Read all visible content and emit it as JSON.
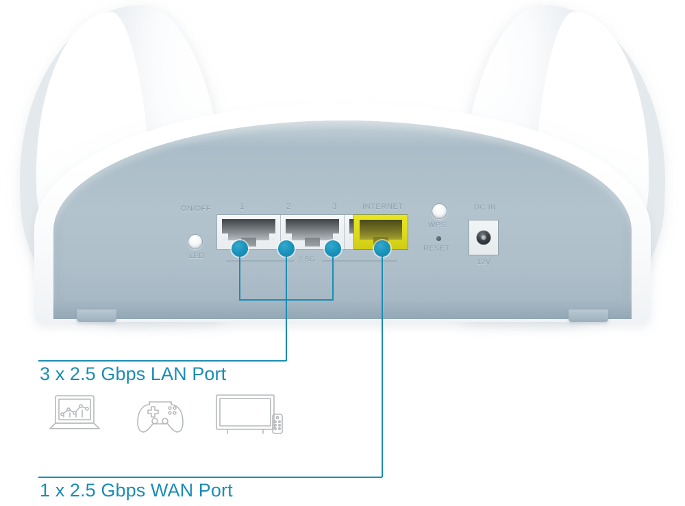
{
  "product": {
    "type": "wireless-router",
    "view": "rear-panel"
  },
  "rear_panel": {
    "led_switch": {
      "label_top": "ON/OFF",
      "label_bottom": "LED",
      "icon": "round-button-icon"
    },
    "ethernet_ports": [
      {
        "number": "1",
        "kind": "lan",
        "color": "#e9edef"
      },
      {
        "number": "2",
        "kind": "lan",
        "color": "#e9edef"
      },
      {
        "number": "3",
        "kind": "lan",
        "color": "#e9edef"
      }
    ],
    "internet_port": {
      "label": "INTERNET",
      "kind": "wan",
      "color": "#e9e61f"
    },
    "speed_marking": "2.5G",
    "wps": {
      "label": "WPS",
      "icon": "round-button-icon"
    },
    "reset": {
      "label": "RESET",
      "icon": "pinhole-icon"
    },
    "power": {
      "label": "DC IN",
      "voltage": "12V",
      "icon": "barrel-jack-icon"
    }
  },
  "callouts": [
    {
      "id": "lan",
      "text": "3 x 2.5 Gbps LAN Port",
      "color": "#1a8cb4",
      "targets": [
        "port-1",
        "port-2",
        "port-3"
      ]
    },
    {
      "id": "wan",
      "text": "1 x 2.5 Gbps WAN Port",
      "color": "#1a8cb4",
      "targets": [
        "internet-port"
      ]
    }
  ],
  "device_icons": [
    {
      "name": "laptop-icon",
      "description": "laptop with chart on screen"
    },
    {
      "name": "game-controller-icon",
      "description": "gamepad"
    },
    {
      "name": "television-icon",
      "description": "tv with remote control"
    }
  ],
  "colors": {
    "accent": "#1a8cb4",
    "dot": "#1a94bc",
    "faceplate": "#aebfca",
    "shell": "#ffffff",
    "wan_yellow": "#e9e61f",
    "label_grey": "#8c9ead"
  }
}
